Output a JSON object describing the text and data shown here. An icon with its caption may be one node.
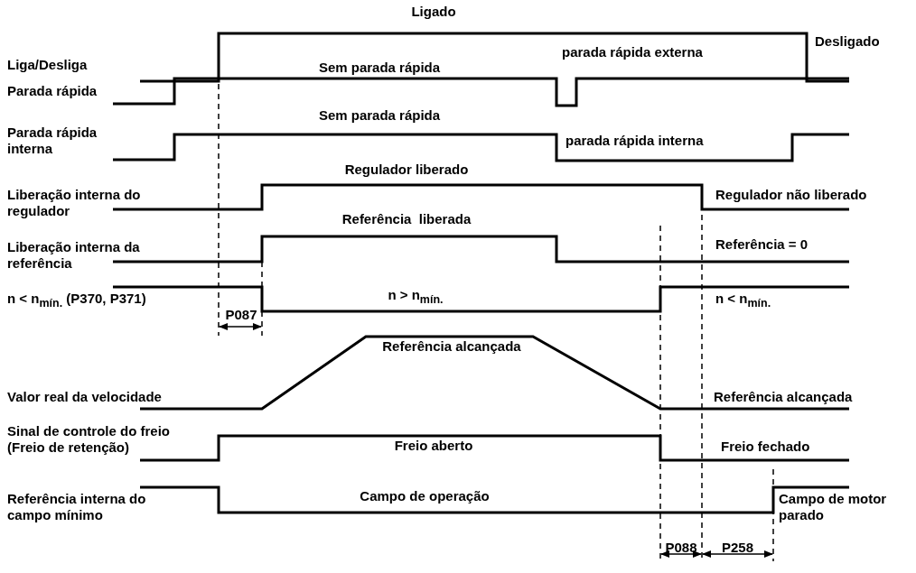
{
  "diagram": {
    "labels": [
      "Ligado",
      "Liga/Desliga",
      "Desligado",
      "Sem parada rápida",
      "parada rápida externa",
      "Parada rápida",
      "Sem parada rápida",
      "Parada rápida interna",
      "parada rápida interna",
      "Regulador liberado",
      "Liberação interna do regulador",
      "Regulador não liberado",
      "Referência  liberada",
      "Liberação interna da referência",
      "Referência = 0",
      "n < n$_{mín.}$ (P370, P371)",
      "n > n$_{mín.}$",
      "n < n$_{mín.}$",
      "P087",
      "Referência alcançada",
      "Valor real da velocidade",
      "Referência alcançada",
      "Sinal de controle do freio (Freio de retenção)",
      "Freio aberto",
      "Freio fechado",
      "Referência interna do campo mínimo",
      "Campo de operação",
      "Campo de motor parado",
      "P088",
      "P258"
    ]
  }
}
